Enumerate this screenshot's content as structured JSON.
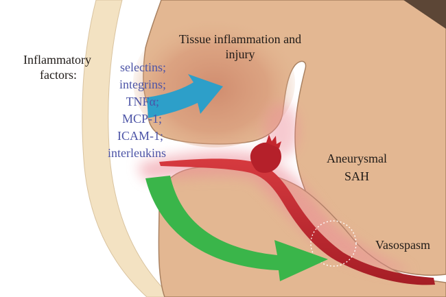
{
  "labels": {
    "inflammatory_line1": "Inflammatory",
    "inflammatory_line2": "factors:",
    "tissue_line1": "Tissue inflammation and",
    "tissue_line2": "injury",
    "aneurysmal": "Aneurysmal",
    "sah": "SAH",
    "vasospasm": "Vasospasm"
  },
  "factors": [
    "selectins;",
    "integrins;",
    "TNFα;",
    "MCP-1;",
    "ICAM-1;",
    "interleukins"
  ],
  "colors": {
    "tissue": "#e3b792",
    "tissue_outline": "#a88060",
    "inflamed_tissue": "#cf8a6d",
    "skull": "#f3e2c2",
    "dura_dark": "#5c4636",
    "vessel": "#c3262e",
    "glow": "#ec8c98",
    "blue_arrow": "#2d9fc9",
    "green_arrow": "#3ab54a",
    "factor_text": "#4b53a6"
  }
}
